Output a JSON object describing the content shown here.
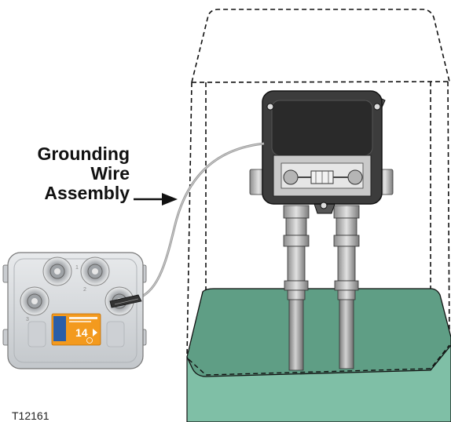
{
  "callout": {
    "line1": "Grounding",
    "line2": "Wire",
    "line3": "Assembly"
  },
  "figure_id": "T12161",
  "tap": {
    "port_numbers": [
      "1",
      "2",
      "3"
    ],
    "label_value": "14",
    "colors": {
      "housing": "#d6d9dc",
      "label": "#f39a1e",
      "label_badge": "#2a5ea8"
    }
  },
  "colors": {
    "pedestal_lid": "#5f9e85",
    "pedestal_front": "#7fbfa6",
    "enclosure_body": "#3c3c3c",
    "enclosure_window": "#2a2a2a",
    "wire": "#9a9a9a",
    "outline": "#111111"
  }
}
